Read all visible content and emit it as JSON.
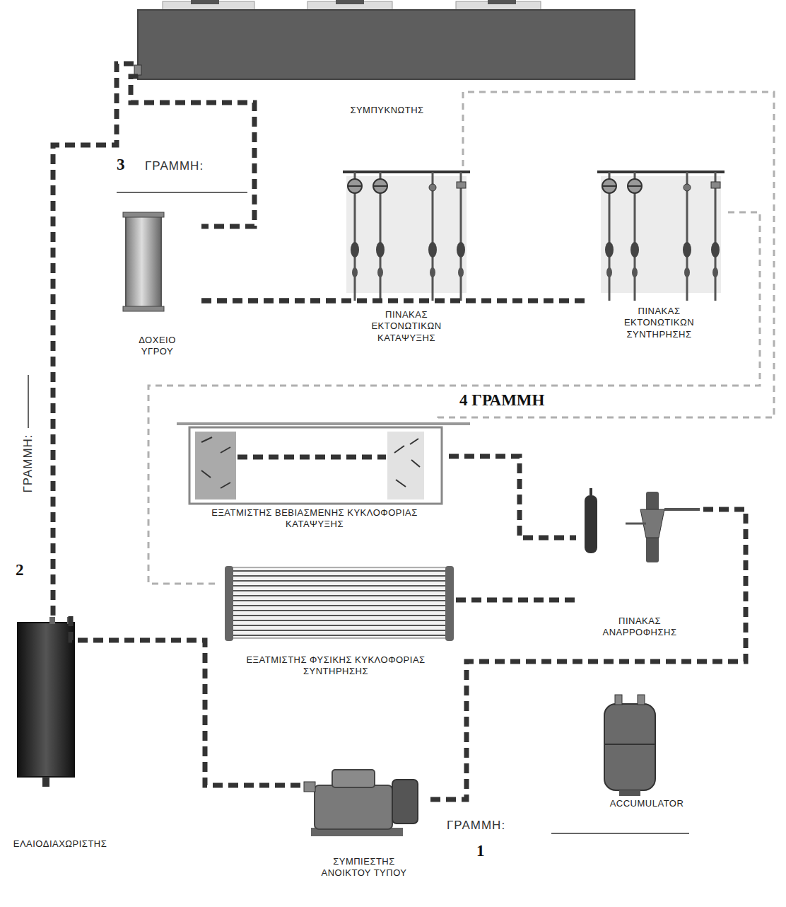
{
  "diagram": {
    "nodes": [
      {
        "text": [
          "ΣΥΜΠΥΚΝΩΤΗΣ"
        ]
      },
      {
        "text": [
          "ΔΟΧΕΙΟ ΥΓΡΟΥ"
        ]
      },
      {
        "text": [
          "ΠΙΝΑΚΑΣ ΕΚΤΟΝΩΤΙΚΩΝ ΚΑΤΑΨΥΞΗΣ"
        ]
      },
      {
        "text": [
          "ΠΙΝΑΚΑΣ ΕΚΤΟΝΩΤΙΚΩΝ ΣΥΝΤΗΡΗΣΗΣ"
        ]
      },
      {
        "text": [
          "ΕΞΑΤΜΙΣΤΗΣ ΒΕΒΙΑΣΜΕΝΗΣ ΚΥΚΛΟΦΟΡΙΑΣ ΚΑΤΑΨΥΞΗΣ"
        ]
      },
      {
        "text": [
          "ΕΞΑΤΜΙΣΤΗΣ ΦΥΣΙΚΗΣ ΚΥΚΛΟΦΟΡΙΑΣ ΣΥΝΤΗΡΗΣΗΣ"
        ]
      },
      {
        "text": [
          "ΠΙΝΑΚΑΣ ΑΝΑΡΡΟΦΗΣΗΣ"
        ]
      },
      {
        "text": [
          "ACCUMULATOR"
        ]
      },
      {
        "text": [
          "ΕΛΑΙΟΔΙΑΧΩΡΙΣΤΗΣ"
        ]
      },
      {
        "text": [
          "ΣΥΜΠΙΕΣΤΗΣ ΑΝΟΙΚΤΟΥ ΤΥΠΟΥ"
        ]
      }
    ],
    "edges": [
      {
        "from": 9,
        "to": 8,
        "arrow": "none"
      },
      {
        "from": 8,
        "to": 0,
        "arrow": "none"
      },
      {
        "from": 0,
        "to": 1,
        "arrow": "none"
      },
      {
        "from": 1,
        "to": 2,
        "arrow": "none"
      },
      {
        "from": 1,
        "to": 3,
        "arrow": "none"
      },
      {
        "from": 2,
        "to": 4,
        "arrow": "none"
      },
      {
        "from": 3,
        "to": 5,
        "arrow": "none"
      },
      {
        "from": 4,
        "to": 6,
        "arrow": "none"
      },
      {
        "from": 5,
        "to": 6,
        "arrow": "none"
      },
      {
        "from": 6,
        "to": 9,
        "arrow": "none"
      }
    ],
    "labels": [
      "3",
      "ΓΡΑΜΜΗ:",
      "4 ΓΡΑΜΜΗ",
      "ΓΡΑΜΜΗ:",
      "2",
      "ΓΡΑΜΜΗ:",
      "1"
    ]
  }
}
